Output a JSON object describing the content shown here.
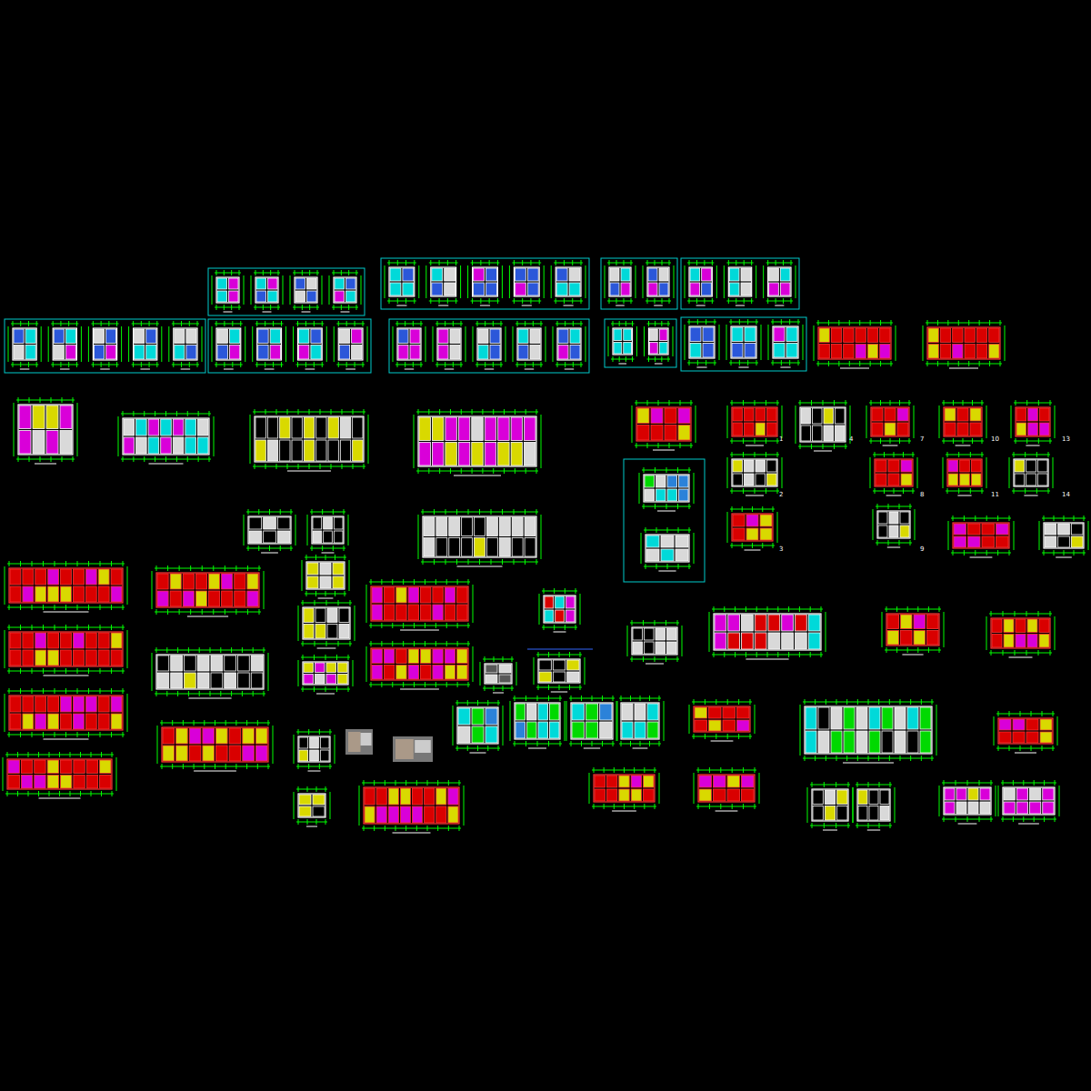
{
  "diagram": {
    "labels": [
      "1",
      "4",
      "7",
      "10",
      "13",
      "2",
      "8",
      "11",
      "14",
      "3",
      "9"
    ]
  }
}
